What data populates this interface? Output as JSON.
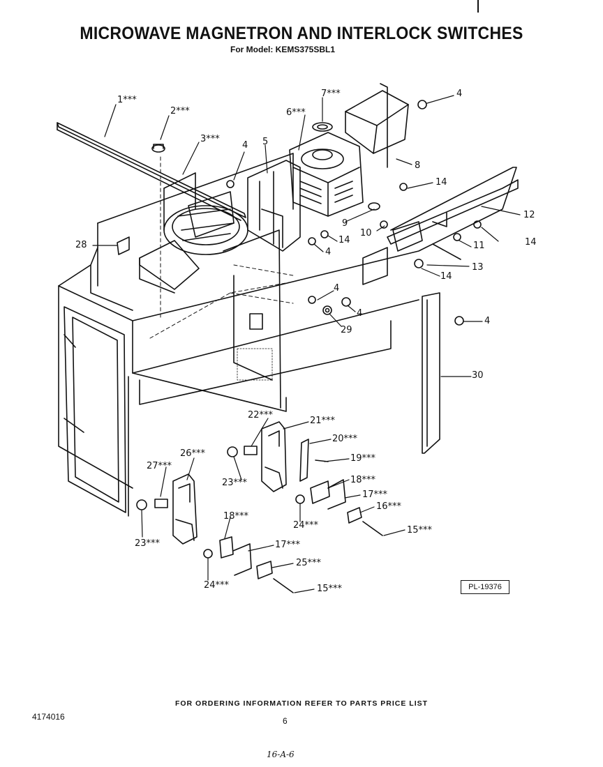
{
  "page": {
    "title": "MICROWAVE MAGNETRON AND INTERLOCK SWITCHES",
    "subtitle": "For Model: KEMS375SBL1",
    "footer_note": "FOR ORDERING INFORMATION REFER TO PARTS PRICE LIST",
    "doc_number": "4174016",
    "page_number": "6",
    "handwritten_note": "16-A-6",
    "plate_reference": "PL-19376"
  },
  "callouts": [
    {
      "id": "c1",
      "label": "1***"
    },
    {
      "id": "c2",
      "label": "2***"
    },
    {
      "id": "c3",
      "label": "3***"
    },
    {
      "id": "c4a",
      "label": "4"
    },
    {
      "id": "c5",
      "label": "5"
    },
    {
      "id": "c6",
      "label": "6***"
    },
    {
      "id": "c7",
      "label": "7***"
    },
    {
      "id": "c4b",
      "label": "4"
    },
    {
      "id": "c8",
      "label": "8"
    },
    {
      "id": "c14a",
      "label": "14"
    },
    {
      "id": "c12",
      "label": "12"
    },
    {
      "id": "c14b",
      "label": "14"
    },
    {
      "id": "c11",
      "label": "11"
    },
    {
      "id": "c13",
      "label": "13"
    },
    {
      "id": "c14c",
      "label": "14"
    },
    {
      "id": "c9",
      "label": "9"
    },
    {
      "id": "c10",
      "label": "10"
    },
    {
      "id": "c14d",
      "label": "14"
    },
    {
      "id": "c4c",
      "label": "4"
    },
    {
      "id": "c28",
      "label": "28"
    },
    {
      "id": "c4d",
      "label": "4"
    },
    {
      "id": "c4e",
      "label": "4"
    },
    {
      "id": "c29",
      "label": "29"
    },
    {
      "id": "c4f",
      "label": "4"
    },
    {
      "id": "c30",
      "label": "30"
    },
    {
      "id": "c22",
      "label": "22***"
    },
    {
      "id": "c21",
      "label": "21***"
    },
    {
      "id": "c20",
      "label": "20***"
    },
    {
      "id": "c19",
      "label": "19***"
    },
    {
      "id": "c26",
      "label": "26***"
    },
    {
      "id": "c27",
      "label": "27***"
    },
    {
      "id": "c23a",
      "label": "23***"
    },
    {
      "id": "c18a",
      "label": "18***"
    },
    {
      "id": "c17a",
      "label": "17***"
    },
    {
      "id": "c16",
      "label": "16***"
    },
    {
      "id": "c24a",
      "label": "24***"
    },
    {
      "id": "c15a",
      "label": "15***"
    },
    {
      "id": "c18b",
      "label": "18***"
    },
    {
      "id": "c23b",
      "label": "23***"
    },
    {
      "id": "c17b",
      "label": "17***"
    },
    {
      "id": "c25",
      "label": "25***"
    },
    {
      "id": "c24b",
      "label": "24***"
    },
    {
      "id": "c15b",
      "label": "15***"
    }
  ]
}
